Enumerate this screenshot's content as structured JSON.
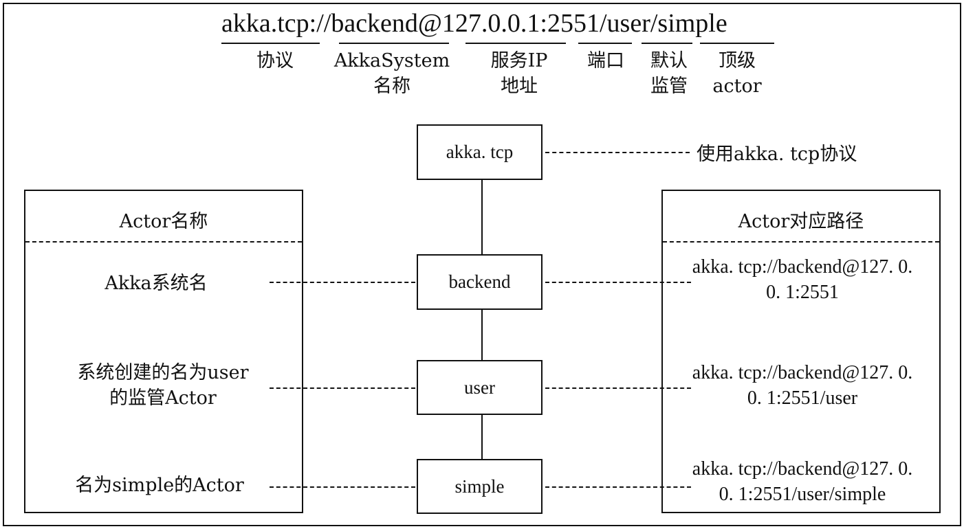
{
  "url_breakdown": {
    "full_path": "akka.tcp://backend@127.0.0.1:2551/user/simple",
    "segments": [
      {
        "label": "协议"
      },
      {
        "label": "AkkaSystem\n名称"
      },
      {
        "label": "服务IP\n地址"
      },
      {
        "label": "端口"
      },
      {
        "label": "默认\n监管"
      },
      {
        "label": "顶级\nactor"
      }
    ]
  },
  "nodes": {
    "protocol": "akka. tcp",
    "backend": "backend",
    "user": "user",
    "simple": "simple"
  },
  "protocol_note": "使用akka. tcp协议",
  "left_panel": {
    "title": "Actor名称",
    "rows": [
      "Akka系统名",
      "系统创建的名为user\n的监管Actor",
      "名为simple的Actor"
    ]
  },
  "right_panel": {
    "title": "Actor对应路径",
    "rows": [
      "akka. tcp://backend@127. 0.\n0. 1:2551",
      "akka. tcp://backend@127. 0.\n0. 1:2551/user",
      "akka. tcp://backend@127. 0.\n0. 1:2551/user/simple"
    ]
  }
}
